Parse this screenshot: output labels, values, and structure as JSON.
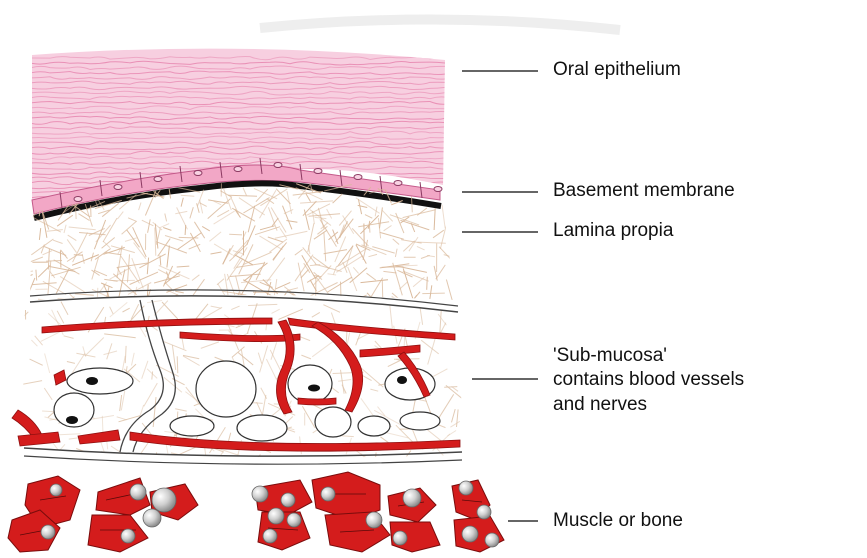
{
  "labels": {
    "oral_epithelium": "Oral epithelium",
    "basement_membrane": "Basement membrane",
    "lamina_propia": "Lamina propia",
    "submucosa_line1": "'Sub-mucosa'",
    "submucosa_line2": "contains blood vessels",
    "submucosa_line3": "and nerves",
    "muscle_or_bone": "Muscle or bone"
  },
  "colors": {
    "epithelium_pink": "#f4bcd4",
    "epithelium_lines": "#e98fb5",
    "cell_row_pink": "#f2a7c6",
    "basement_black": "#111111",
    "collagen_tan": "#d9b89a",
    "vessel_red": "#d41c1c",
    "fat_cell_white": "#ffffff",
    "nerve_gray": "#444444",
    "bone_gray": "#bdbdbd",
    "leader_line": "#333333"
  }
}
